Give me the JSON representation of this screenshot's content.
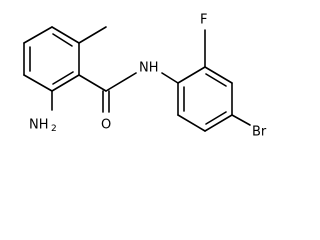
{
  "molecule": {
    "atoms": {
      "amine_n": "NH",
      "amine_h_count": "2",
      "amide_n": "NH",
      "carbonyl_o": "O",
      "fluorine": "F",
      "bromine": "Br"
    }
  }
}
